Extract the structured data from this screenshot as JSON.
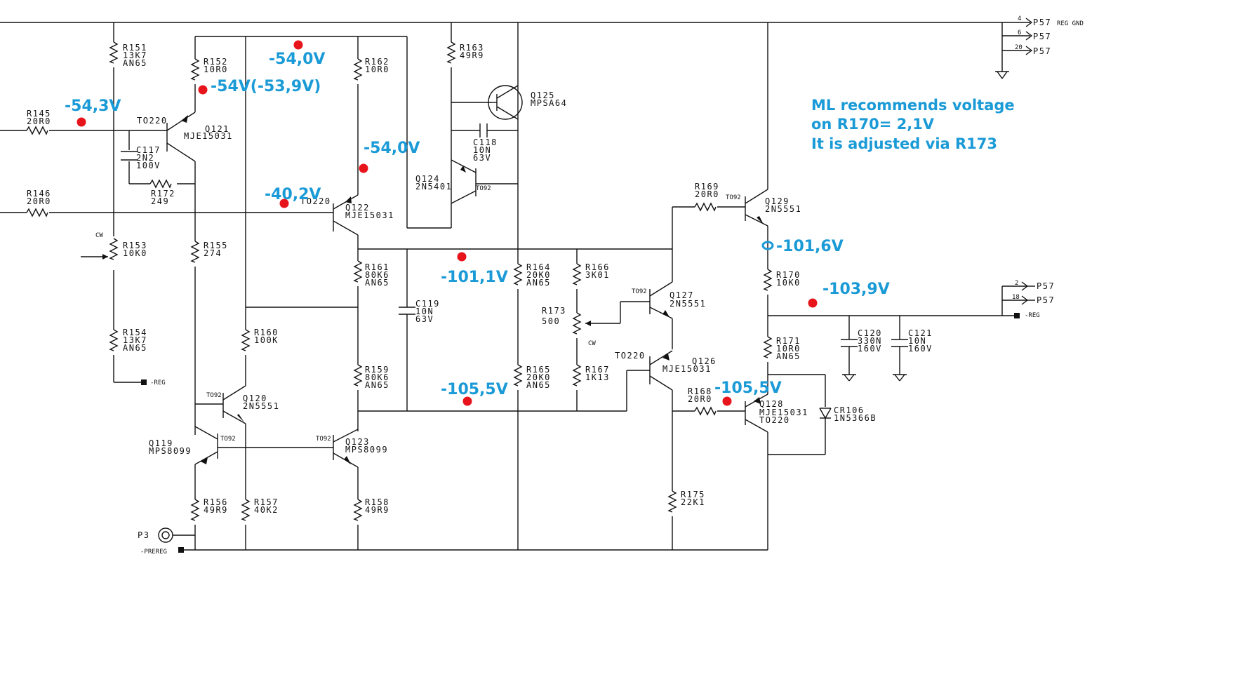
{
  "note": {
    "line1": "ML recommends voltage",
    "line2": "on R170= 2,1V",
    "line3": "It is adjusted via R173"
  },
  "voltages": {
    "r145": "-54,3V",
    "top": "-54,0V",
    "q121e": "-54V(-53,9V)",
    "q122e": "-54,0V",
    "q122b": "-40,2V",
    "mid": "-101,1V",
    "bot": "-105,5V",
    "q128": "-105,5V",
    "q129": "-101,6V",
    "reg": "-103,9V"
  },
  "components": {
    "r151": [
      "R151",
      "13K7",
      "AN65"
    ],
    "r152": [
      "R152",
      "10R0"
    ],
    "r162": [
      "R162",
      "10R0"
    ],
    "r163": [
      "R163",
      "49R9"
    ],
    "q125": [
      "Q125",
      "MPSA64"
    ],
    "r145": [
      "R145",
      "20R0"
    ],
    "q121": [
      "TO220",
      "Q121",
      "MJE15031"
    ],
    "c117": [
      "C117",
      "2N2",
      "100V"
    ],
    "r172": [
      "R172",
      "249"
    ],
    "c118": [
      "C118",
      "10N",
      "63V"
    ],
    "q124": [
      "Q124",
      "2N5401",
      "TO92"
    ],
    "r146": [
      "R146",
      "20R0"
    ],
    "q122": [
      "TO220",
      "Q122",
      "MJE15031"
    ],
    "r153": [
      "R153",
      "10K0",
      "CW"
    ],
    "r155": [
      "R155",
      "274"
    ],
    "r161": [
      "R161",
      "80K6",
      "AN65"
    ],
    "c119": [
      "C119",
      "10N",
      "63V"
    ],
    "r164": [
      "R164",
      "20K0",
      "AN65"
    ],
    "r166": [
      "R166",
      "3K01"
    ],
    "r173": [
      "R173",
      "500",
      "CW"
    ],
    "r169": [
      "R169",
      "20R0"
    ],
    "q129": [
      "TO92",
      "Q129",
      "2N5551"
    ],
    "q127": [
      "TO92",
      "Q127",
      "2N5551"
    ],
    "r170": [
      "R170",
      "10K0"
    ],
    "r154": [
      "R154",
      "13K7",
      "AN65"
    ],
    "r160": [
      "R160",
      "100K"
    ],
    "r159": [
      "R159",
      "80K6",
      "AN65"
    ],
    "r165": [
      "R165",
      "20K0",
      "AN65"
    ],
    "r167": [
      "R167",
      "1K13"
    ],
    "q126": [
      "TO220",
      "Q126",
      "MJE15031"
    ],
    "r171": [
      "R171",
      "10R0",
      "AN65"
    ],
    "c120": [
      "C120",
      "330N",
      "160V"
    ],
    "c121": [
      "C121",
      "10N",
      "160V"
    ],
    "q120": [
      "TO92",
      "Q120",
      "2N5551"
    ],
    "r168": [
      "R168",
      "20R0"
    ],
    "q128": [
      "Q128",
      "MJE15031",
      "TO220"
    ],
    "cr106": [
      "CR106",
      "1N5366B"
    ],
    "q119": [
      "Q119",
      "MPS8099",
      "TO92"
    ],
    "q123": [
      "TO92",
      "Q123",
      "MPS8099"
    ],
    "r156": [
      "R156",
      "49R9"
    ],
    "r157": [
      "R157",
      "40K2"
    ],
    "r158": [
      "R158",
      "49R9"
    ],
    "r175": [
      "R175",
      "22K1"
    ]
  },
  "connectors": {
    "p57a": "P57",
    "p57a_pin": "4",
    "reg_gnd": "REG GND",
    "p57b": "P57",
    "p57b_pin": "6",
    "p57c": "P57",
    "p57c_pin": "20",
    "p57d": "P57",
    "p57d_pin": "2",
    "p57e": "P57",
    "p57e_pin": "18",
    "neg_reg_right": "-REG",
    "neg_reg_left": "-REG",
    "p3": "P3",
    "prereg": "-PREREG"
  }
}
